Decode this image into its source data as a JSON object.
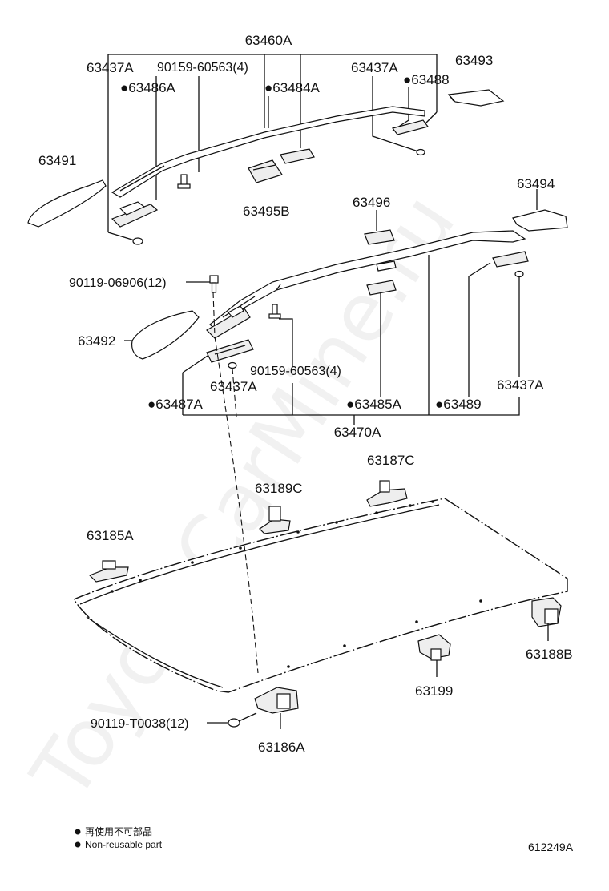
{
  "mark": "●",
  "watermark": "ToyotaCarMine.ru",
  "figure_code": "612249A",
  "legend": {
    "ja": "再使用不可部品",
    "en": "Non-reusable part"
  },
  "upper_assembly": {
    "assembly_no": "63460A",
    "labels": {
      "p63437A_left": "63437A",
      "p90159_top": "90159-60563(4)",
      "p63486A": "63486A",
      "p63484A": "63484A",
      "p63437A_right": "63437A",
      "p63488": "63488",
      "p63493": "63493",
      "p63491": "63491",
      "p63495B": "63495B"
    }
  },
  "lower_assembly": {
    "assembly_no": "63470A",
    "labels": {
      "p63496": "63496",
      "p63494": "63494",
      "p90119_06906": "90119-06906(12)",
      "p63492": "63492",
      "p90159_mid": "90159-60563(4)",
      "p63437A_mid": "63437A",
      "p63437A_right": "63437A",
      "p63487A": "63487A",
      "p63485A": "63485A",
      "p63489": "63489"
    }
  },
  "roof_parts": {
    "p63187C": "63187C",
    "p63189C": "63189C",
    "p63185A": "63185A",
    "p63188B": "63188B",
    "p63199": "63199",
    "p90119_T0038": "90119-T0038(12)",
    "p63186A": "63186A"
  }
}
